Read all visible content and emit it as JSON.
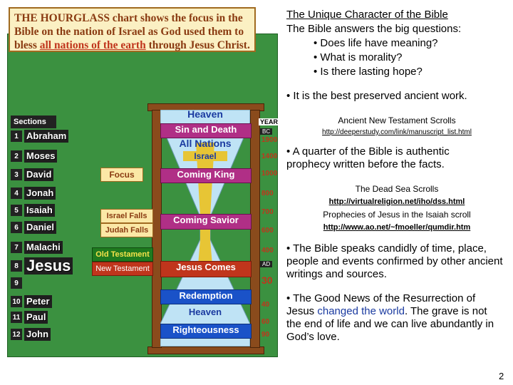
{
  "title": "The Unique Character of the Bible",
  "subtitle": "The Bible answers the big questions:",
  "questions": [
    "• Does life have meaning?",
    "• What is morality?",
    "• Is there lasting hope?"
  ],
  "bullet_preserved": "• It is the best preserved ancient work.",
  "scrolls_heading": "Ancient New Testament Scrolls",
  "scrolls_link": "http://deeperstudy.com/link/manuscript_list.html",
  "bullet_prophecy": "• A quarter of the Bible is authentic prophecy written before the facts.",
  "dss_heading": "The Dead Sea Scrolls",
  "dss_link": "http://virtualreligion.net/iho/dss.html",
  "isaiah_heading": "Prophecies of Jesus in the Isaiah scroll",
  "isaiah_link": "http://www.ao.net/~fmoeller/qumdir.htm",
  "bullet_candid": "• The Bible speaks candidly of time, place, people and events confirmed by other ancient writings and sources.",
  "bullet_good_pre": "• The Good News of the Resurrection of Jesus ",
  "bullet_good_hl": "changed the world",
  "bullet_good_post": ". The grave is not the end of life and we can live abundantly in God’s love.",
  "page_number": "2",
  "chart": {
    "banner_line1": "THE HOURGLASS chart shows the focus in the",
    "banner_line2": "Bible on the nation of Israel as God used them to",
    "banner_line3_pre": "bless ",
    "banner_line3_hl": "all nations of the earth",
    "banner_line3_post": " through Jesus Christ.",
    "sections_label": "Sections",
    "sections": [
      {
        "n": "1",
        "name": "Abraham"
      },
      {
        "n": "2",
        "name": "Moses"
      },
      {
        "n": "3",
        "name": "David"
      },
      {
        "n": "4",
        "name": "Jonah"
      },
      {
        "n": "5",
        "name": "Isaiah"
      },
      {
        "n": "6",
        "name": "Daniel"
      },
      {
        "n": "7",
        "name": "Malachi"
      },
      {
        "n": "8",
        "name": "Jesus"
      },
      {
        "n": "9",
        "name": ""
      },
      {
        "n": "10",
        "name": "Peter"
      },
      {
        "n": "11",
        "name": "Paul"
      },
      {
        "n": "12",
        "name": "John"
      }
    ],
    "focus": "Focus",
    "israel_falls": "Israel Falls",
    "judah_falls": "Judah Falls",
    "old_testament": "Old Testament",
    "new_testament": "New Testament",
    "heaven_top": "Heaven",
    "sin_death": "Sin and Death",
    "all_nations": "All Nations",
    "israel": "Israel",
    "coming_king": "Coming King",
    "coming_savior": "Coming Savior",
    "jesus_comes": "Jesus Comes",
    "redemption": "Redemption",
    "heaven_bottom": "Heaven",
    "righteousness": "Righteousness",
    "year_label": "YEAR",
    "bc": "BC",
    "ad": "AD",
    "years": [
      "1900",
      "1400",
      "1000",
      "800",
      "700",
      "600",
      "400",
      "30",
      "40",
      "60",
      "90"
    ]
  }
}
